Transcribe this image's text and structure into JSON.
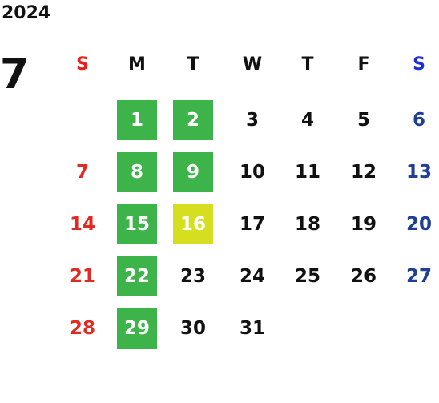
{
  "year": "2024",
  "month": "7",
  "weekdays": [
    "S",
    "M",
    "T",
    "W",
    "T",
    "F",
    "S"
  ],
  "first_weekday_index": 1,
  "days": [
    {
      "label": "1",
      "status": "holiday"
    },
    {
      "label": "2",
      "status": "holiday"
    },
    {
      "label": "3",
      "status": "normal"
    },
    {
      "label": "4",
      "status": "normal"
    },
    {
      "label": "5",
      "status": "normal"
    },
    {
      "label": "6",
      "status": "normal"
    },
    {
      "label": "7",
      "status": "normal"
    },
    {
      "label": "8",
      "status": "holiday"
    },
    {
      "label": "9",
      "status": "holiday"
    },
    {
      "label": "10",
      "status": "normal"
    },
    {
      "label": "11",
      "status": "normal"
    },
    {
      "label": "12",
      "status": "normal"
    },
    {
      "label": "13",
      "status": "normal"
    },
    {
      "label": "14",
      "status": "normal"
    },
    {
      "label": "15",
      "status": "holiday"
    },
    {
      "label": "16",
      "status": "special"
    },
    {
      "label": "17",
      "status": "normal"
    },
    {
      "label": "18",
      "status": "normal"
    },
    {
      "label": "19",
      "status": "normal"
    },
    {
      "label": "20",
      "status": "normal"
    },
    {
      "label": "21",
      "status": "normal"
    },
    {
      "label": "22",
      "status": "holiday"
    },
    {
      "label": "23",
      "status": "normal"
    },
    {
      "label": "24",
      "status": "normal"
    },
    {
      "label": "25",
      "status": "normal"
    },
    {
      "label": "26",
      "status": "normal"
    },
    {
      "label": "27",
      "status": "normal"
    },
    {
      "label": "28",
      "status": "normal"
    },
    {
      "label": "29",
      "status": "holiday"
    },
    {
      "label": "30",
      "status": "normal"
    },
    {
      "label": "31",
      "status": "normal"
    }
  ],
  "colors": {
    "text": "#111111",
    "sunday_header": "#e8201a",
    "saturday_header": "#1a2fd8",
    "sunday_date": "#e02a22",
    "saturday_date": "#1f3f94",
    "holiday_bg": "#3cb44a",
    "special_bg": "#d5de1f",
    "highlight_text": "#ffffff"
  }
}
